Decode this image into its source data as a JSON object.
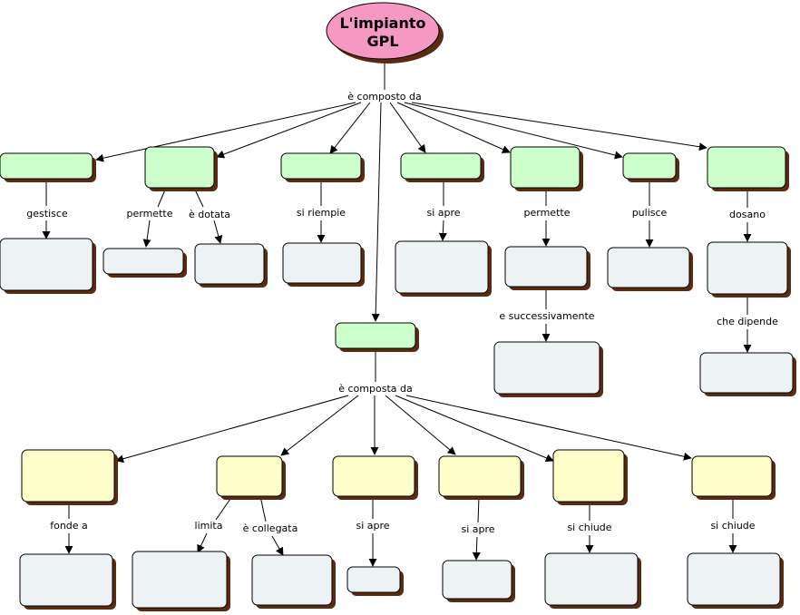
{
  "colors": {
    "root_fill": "#f598c4",
    "green_fill": "#ccffcc",
    "yellow_fill": "#ffffcc",
    "blank_fill": "#edf2f4",
    "shadow": "#5a2b12",
    "line": "#000000"
  },
  "root": {
    "title_line1": "L'impianto",
    "title_line2": "GPL"
  },
  "links": {
    "composto_da": "è composto da",
    "gestisce": "gestisce",
    "permette_a": "permette",
    "dotata": "è dotata",
    "riempie": "si riempie",
    "apre_a": "si apre",
    "permette_b": "permette",
    "successivamente": "e successivamente",
    "pulisce": "pulisce",
    "dosano": "dosano",
    "dipende": "che dipende",
    "composta_da": "è composta da",
    "fonde": "fonde a",
    "limita": "limita",
    "collegata": "è collegata",
    "apre_b": "si apre",
    "apre_c": "si apre",
    "chiude_a": "si chiude",
    "chiude_b": "si chiude"
  }
}
